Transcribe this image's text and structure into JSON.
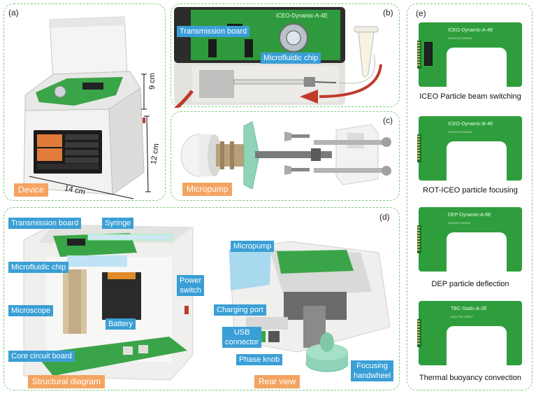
{
  "panels": {
    "a": {
      "letter": "(a)",
      "label": "Device",
      "dimensions": {
        "height": "9 cm",
        "depth": "12 cm",
        "width": "14 cm"
      }
    },
    "b": {
      "letter": "(b)",
      "labels": {
        "transmission_board": "Transmission board",
        "microfluidic_chip": "Microfluidic chip"
      },
      "board_print": "ICEO-Dynamic-A-4E"
    },
    "c": {
      "letter": "(c)",
      "label": "Micropump"
    },
    "d": {
      "letter": "(d)",
      "left_labels": {
        "transmission_board": "Transmission board",
        "syringe": "Syringe",
        "microfluidic_chip": "Microfluidic chip",
        "microscope": "Microscope",
        "battery": "Battery",
        "core_circuit_board": "Core circuit board",
        "power_switch": "Power\nswitch"
      },
      "left_caption": "Structural diagram",
      "right_labels": {
        "micropump": "Micropump",
        "charging_port": "Charging port",
        "usb_connector": "USB\nconnector",
        "phase_knob": "Phase knob",
        "focusing_handwheel": "Focusing\nhandwheel"
      },
      "right_caption": "Rear view"
    },
    "e": {
      "letter": "(e)",
      "boards": [
        {
          "print": "ICEO-Dynamic-A-4E",
          "sub": "2024.ICEO.230815",
          "caption": "ICEO Particle beam switching"
        },
        {
          "print": "ICEO-Dynamic-B-4E",
          "sub": "2024.ICEO.230816",
          "caption": "ROT-ICEO particle focusing"
        },
        {
          "print": "DEP-Dynamic-A-6E",
          "sub": "2024.DEP.230820",
          "caption": "DEP particle deflection"
        },
        {
          "print": "TBC-Static-A-2E",
          "sub": "2024.TBC.230817",
          "caption": "Thermal buoyancy convection"
        }
      ]
    }
  },
  "colors": {
    "panel_border": "#7fc97f",
    "tag_blue": "#3a9fd6",
    "tag_orange": "#f4a460",
    "pcb_green": "#2e9e3c",
    "arrow_red": "#c0392b"
  }
}
